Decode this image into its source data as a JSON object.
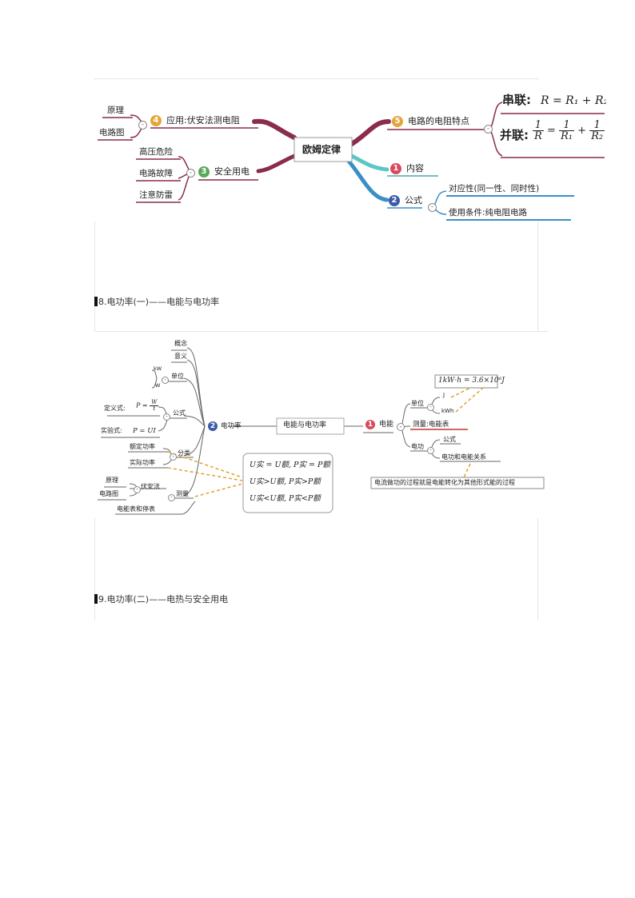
{
  "map1": {
    "center": "欧姆定律",
    "n5": {
      "num": "5",
      "label": "电路的电阻特点",
      "series_label": "串联:",
      "series_formula": "R = R₁ + R₂",
      "parallel_label": "并联:"
    },
    "n1": {
      "num": "1",
      "label": "内容"
    },
    "n2": {
      "num": "2",
      "label": "公式",
      "c1": "对应性(同一性、同时性)",
      "c2": "使用条件:纯电阻电路"
    },
    "n4": {
      "num": "4",
      "label": "应用:伏安法测电阻",
      "c1": "原理",
      "c2": "电路图"
    },
    "n3": {
      "num": "3",
      "label": "安全用电",
      "c1": "高压危险",
      "c2": "电路故障",
      "c3": "注意防雷"
    }
  },
  "heading8": {
    "num": "8.",
    "text": "电功率(一)——电能与电功率"
  },
  "map2": {
    "center": "电能与电功率",
    "right": {
      "num": "1",
      "label": "电能",
      "unit": "单位",
      "unit_j": "J",
      "unit_kwh": "kWh",
      "conv": "1kW·h = 3.6×10⁶J",
      "measure": "测量:电能表",
      "work": "电功",
      "work_c1": "公式",
      "work_c2": "电功和电能关系",
      "bottom": "电流做功的过程就是电能转化为其他形式能的过程"
    },
    "left": {
      "num": "2",
      "label": "电功率",
      "concept": "概念",
      "meaning": "意义",
      "unit": "单位",
      "unit_kw": "kW",
      "unit_w": "W",
      "formula": "公式",
      "def_label": "定义式:",
      "def_p": "P =",
      "def_w": "W",
      "def_t": "t",
      "exp_label": "实验式:",
      "exp_f": "P = UI",
      "classify": "分类",
      "rated": "额定功率",
      "actual": "实际功率",
      "measure": "测量",
      "va": "伏安法",
      "va_c1": "原理",
      "va_c2": "电路图",
      "meter": "电能表和停表"
    },
    "box": {
      "l1": "U实 = U额, P实 = P额",
      "l2": "U实>U额, P实>P额",
      "l3": "U实<U额, P实<P额"
    }
  },
  "heading9": {
    "num": "9.",
    "text": "电功率(二)——电热与安全用电"
  }
}
